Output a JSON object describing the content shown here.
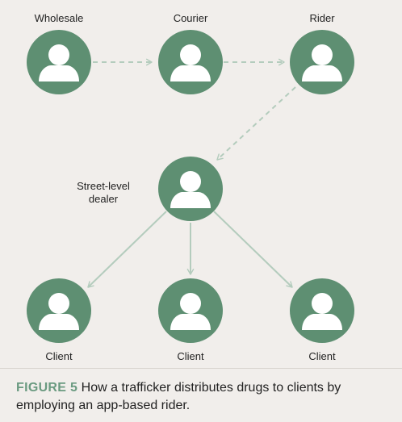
{
  "nodes": {
    "wholesale": {
      "label": "Wholesale"
    },
    "courier": {
      "label": "Courier"
    },
    "rider": {
      "label": "Rider"
    },
    "dealer": {
      "label": "Street-level\ndealer"
    },
    "client_left": {
      "label": "Client"
    },
    "client_middle": {
      "label": "Client"
    },
    "client_right": {
      "label": "Client"
    }
  },
  "caption": {
    "figure_tag": "FIGURE 5",
    "text": "How a trafficker distributes drugs to clients by employing an app-based rider."
  },
  "colors": {
    "background": "#f1eeeb",
    "node_fill": "#5e8f72",
    "person_fill": "#ffffff",
    "dashed_arrow": "#b4ccbd",
    "solid_arrow": "#b4ccbd",
    "caption_tag": "#6a9a80"
  }
}
